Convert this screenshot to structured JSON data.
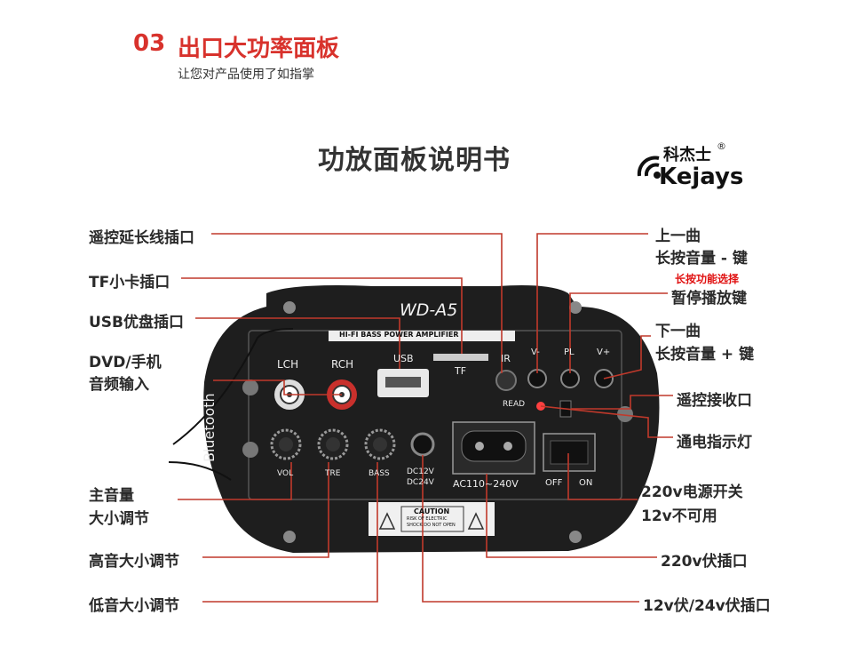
{
  "header": {
    "number": "03",
    "title": "出口大功率面板",
    "subtitle": "让您对产品使用了如指掌"
  },
  "main_title": "功放面板说明书",
  "brand": {
    "cn": "科杰士",
    "en": "Kejays",
    "reg": "®"
  },
  "panel": {
    "model": "WD-A5",
    "subtitle": "HI-FI BASS POWER AMPLIFIER",
    "bluetooth": "Bluetooth",
    "lch": "LCH",
    "rch": "RCH",
    "usb": "USB",
    "tf": "TF",
    "ir": "IR",
    "vminus": "V-",
    "pl": "PL",
    "vplus": "V+",
    "read": "READ",
    "vol": "VOL",
    "tre": "TRE",
    "bass": "BASS",
    "dc": "DC12V",
    "dc2": "DC24V",
    "ac": "AC110~240V",
    "off": "OFF",
    "on": "ON",
    "caution": "CAUTION",
    "caution_sub1": "RISK OF ELECTRIC",
    "caution_sub2": "SHOCK DO NOT OPEN"
  },
  "labels_left": {
    "remote_ext": "遥控延长线插口",
    "tf_slot": "TF小卡插口",
    "usb_slot": "USB优盘插口",
    "dvd_line1": "DVD/手机",
    "dvd_line2": "音频输入",
    "vol_line1": "主音量",
    "vol_line2": "大小调节",
    "treble": "高音大小调节",
    "bass": "低音大小调节"
  },
  "labels_right": {
    "prev_line1": "上一曲",
    "prev_line2": "长按音量 - 键",
    "pl_note": "长按功能选择",
    "pl_label": "暂停播放键",
    "next_line1": "下一曲",
    "next_line2": "长按音量 + 键",
    "ir_rx": "遥控接收口",
    "power_led": "通电指示灯",
    "switch_line1": "220v电源开关",
    "switch_line2": "12v不可用",
    "ac_socket": "220v伏插口",
    "dc_socket": "12v伏/24v伏插口"
  },
  "colors": {
    "accent": "#d8322c",
    "line": "#c0392b",
    "panel": "#1e1e1e"
  }
}
